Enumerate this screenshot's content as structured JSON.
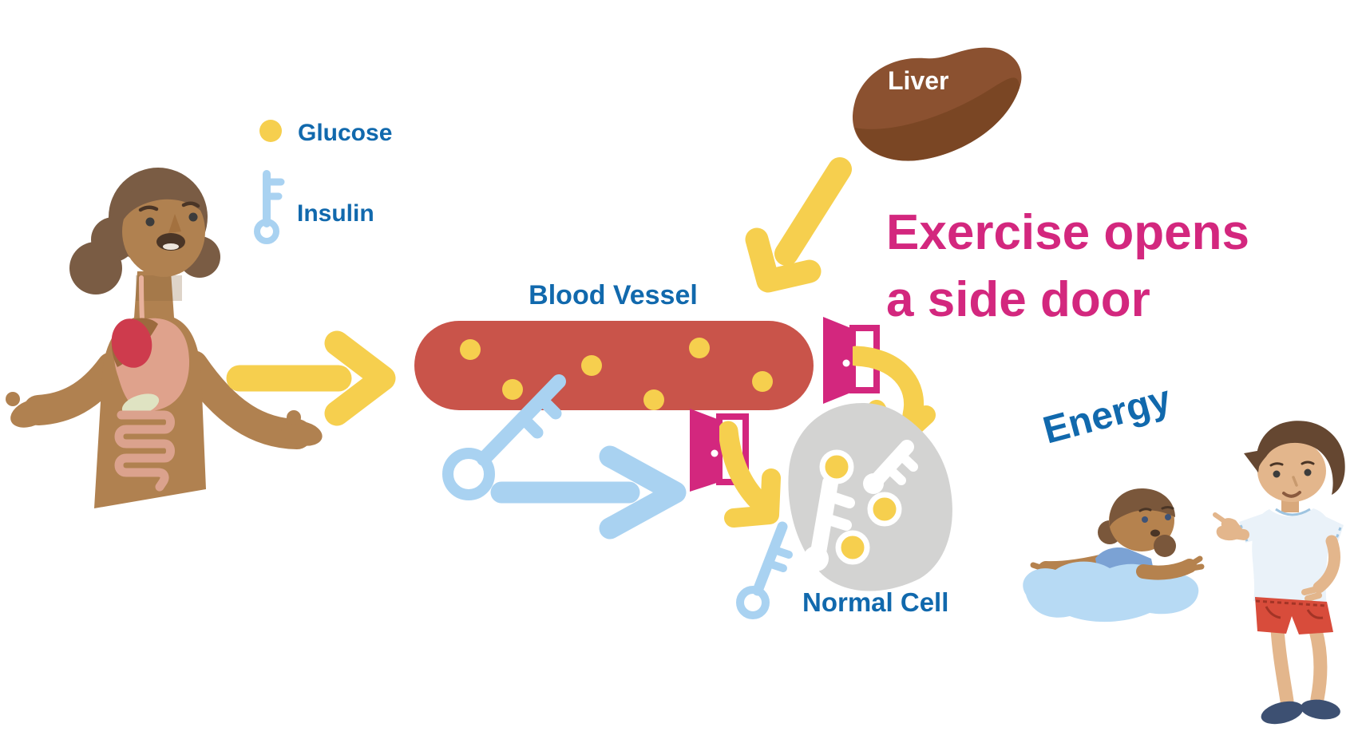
{
  "legend": {
    "glucose_label": "Glucose",
    "insulin_label": "Insulin"
  },
  "labels": {
    "blood_vessel": "Blood Vessel",
    "liver": "Liver",
    "normal_cell": "Normal Cell",
    "energy": "Energy"
  },
  "headline": {
    "line1": "Exercise opens",
    "line2": "a side door"
  },
  "colors": {
    "yellow": "#F6CF4E",
    "red": "#C9544A",
    "blue": "#1169AD",
    "lightblue": "#A9D2F1",
    "pink": "#D3277E",
    "gray": "#D3D3D2",
    "liver": "#8B5130",
    "liver_dark": "#774422",
    "skin_woman": "#B08150",
    "hair_woman": "#7A5C44",
    "water": "#B7DAF4",
    "shorts_red": "#D84C3B",
    "suit_blue": "#7BA2D4"
  }
}
